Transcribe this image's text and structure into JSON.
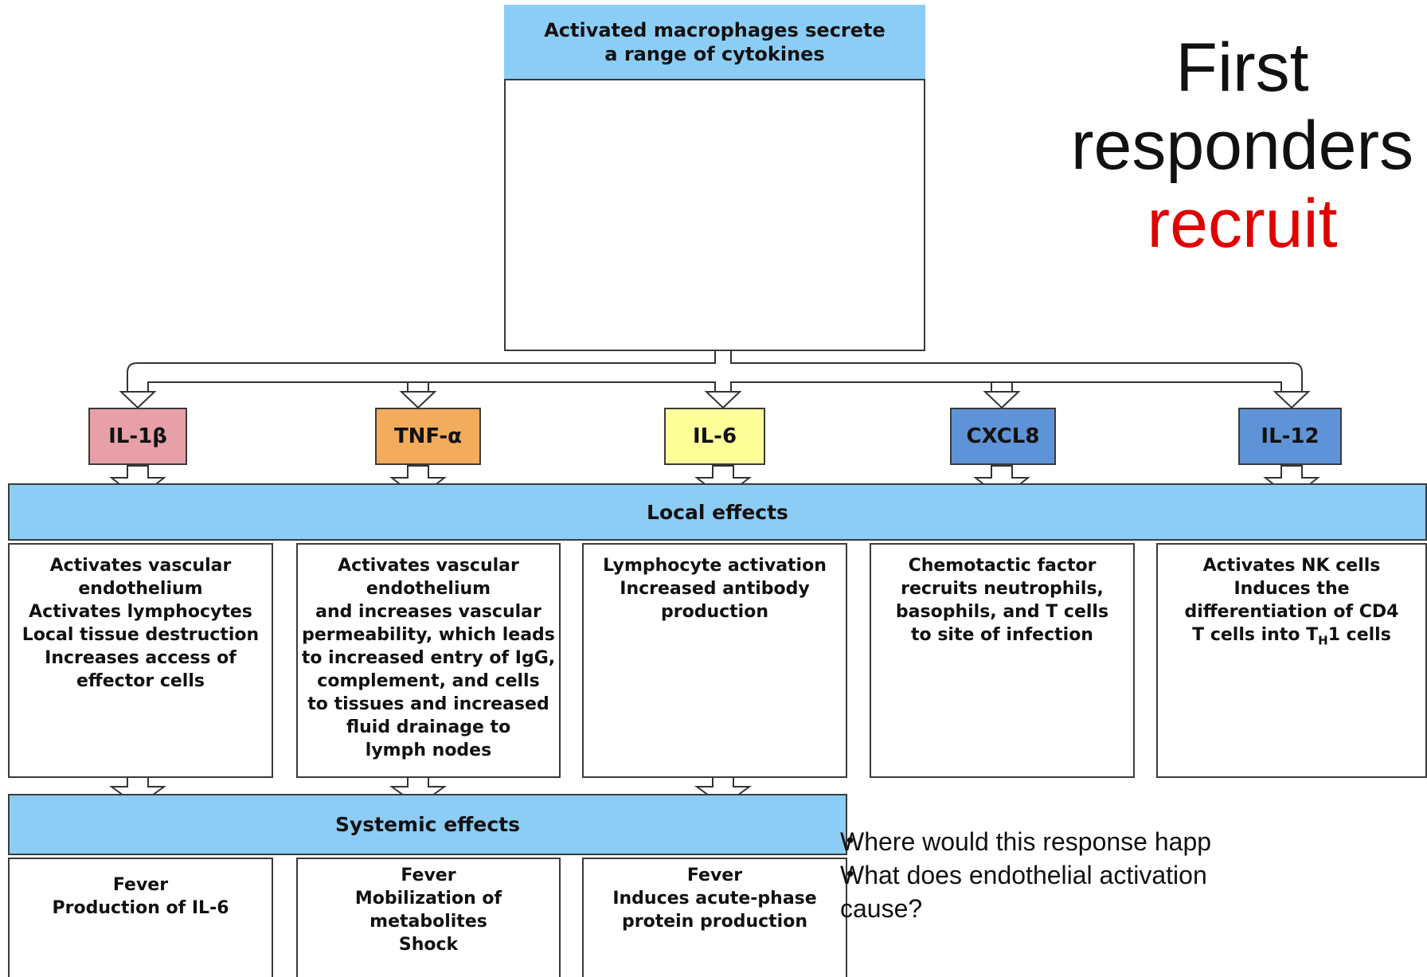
{
  "header": {
    "text": "Activated macrophages secrete\na range of cytokines"
  },
  "title": {
    "line1": "First",
    "line2": "responders",
    "line3": "recruit"
  },
  "cytokines": [
    {
      "label": "IL-1β",
      "color": "#e8a0a8"
    },
    {
      "label": "TNF-α",
      "color": "#f2ac5c"
    },
    {
      "label": "IL-6",
      "color": "#ffff99"
    },
    {
      "label": "CXCL8",
      "color": "#5f93d8"
    },
    {
      "label": "IL-12",
      "color": "#5f93d8"
    }
  ],
  "local_effects": {
    "heading": "Local effects",
    "columns": [
      "Activates vascular\nendothelium\nActivates lymphocytes\nLocal tissue destruction\nIncreases access of\neffector cells",
      "Activates vascular\nendothelium\nand increases vascular\npermeability, which leads\nto increased entry of IgG,\ncomplement, and cells\nto tissues and increased\nfluid drainage to\nlymph nodes",
      "Lymphocyte activation\nIncreased antibody\nproduction",
      "Chemotactic factor\nrecruits neutrophils,\nbasophils, and T cells\nto site of infection",
      "Activates NK cells\nInduces the\ndifferentiation of CD4\nT cells into TH1 cells"
    ]
  },
  "systemic_effects": {
    "heading": "Systemic effects",
    "columns": [
      "Fever\nProduction of IL-6",
      "Fever\nMobilization of\nmetabolites\nShock",
      "Fever\nInduces acute-phase\nprotein production"
    ]
  },
  "questions": [
    "Where would this response happ",
    "What does endothelial activation",
    "cause?"
  ]
}
